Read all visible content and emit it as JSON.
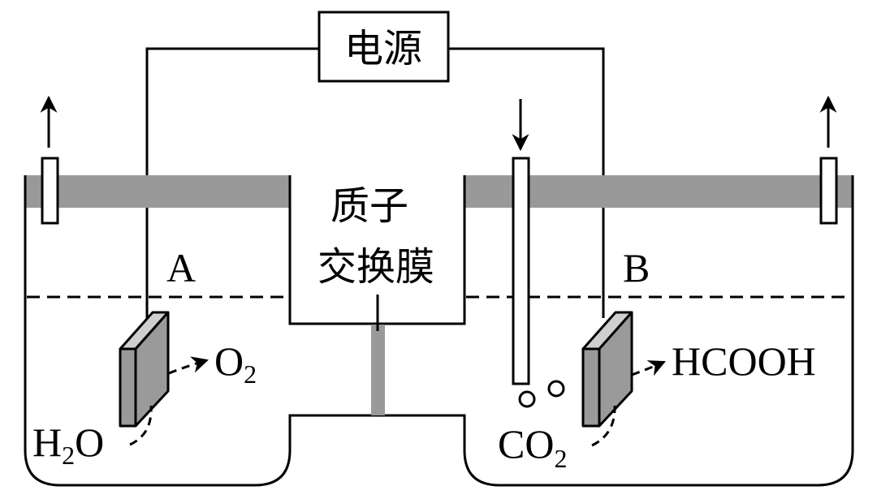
{
  "power_source": {
    "label": "电源"
  },
  "membrane": {
    "label_line1": "质子",
    "label_line2": "交换膜"
  },
  "electrodes": {
    "left": {
      "label": "A"
    },
    "right": {
      "label": "B"
    }
  },
  "species": {
    "left_reactant": {
      "main": "H",
      "sub": "2",
      "tail": "O"
    },
    "left_product": {
      "main": "O",
      "sub": "2"
    },
    "right_reactant": {
      "main": "CO",
      "sub": "2"
    },
    "right_product": {
      "main": "HCOOH"
    }
  },
  "colors": {
    "lid_gray": "#999999",
    "electrode_front": "#9a9a9a",
    "electrode_top": "#cfcfcf",
    "line": "#000000"
  },
  "flows": {
    "left_tube": "gas-out",
    "middle_tube": "gas-in",
    "right_tube": "gas-out"
  }
}
